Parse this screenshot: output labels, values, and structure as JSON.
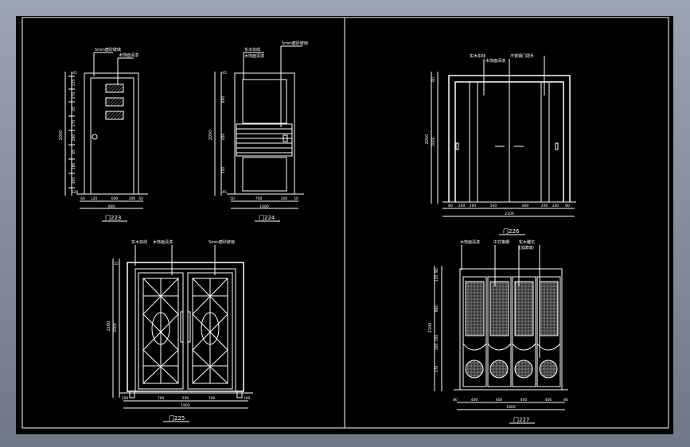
{
  "colors": {
    "background": "#000000",
    "line": "#ffffff",
    "frame": "#7b8595",
    "hatch": "#cfcfcf"
  },
  "drawings": {
    "d223": {
      "label": "门223",
      "notes": [
        "5mm磨砂玻璃",
        "木饰面清漆"
      ],
      "height_total": "2050",
      "height_dims": [
        "45",
        "225",
        "270",
        "45",
        "270",
        "280",
        "45",
        "280",
        "300",
        "120"
      ],
      "width_total": "900",
      "width_dims": [
        "60",
        "120",
        "600",
        "200",
        "60"
      ]
    },
    "d224": {
      "label": "门224",
      "notes": [
        "实木扣线",
        "木饰面清漆",
        "5mm磨砂玻璃"
      ],
      "height_total": "2050",
      "height_dims": [
        "45",
        "890",
        "450",
        "550",
        "45"
      ],
      "width_total": "1000",
      "width_dims": [
        "50",
        "700",
        "200",
        "50"
      ]
    },
    "d225": {
      "label": "门225",
      "notes": [
        "实木扣线",
        "木饰面清漆",
        "5mm磨砂玻璃"
      ],
      "height_total": "2200",
      "height_dims": [
        "55",
        "2000"
      ],
      "width_total": "1800",
      "width_dims": [
        "100",
        "700",
        "200",
        "700",
        "100"
      ]
    },
    "d226": {
      "label": "门226",
      "notes": [
        "实木扣线",
        "木饰面清漆",
        "不锈钢门把手"
      ],
      "height_total": "2050",
      "height_dims": [
        "80",
        "2000"
      ],
      "width_total": "2100",
      "width_dims": [
        "80",
        "200",
        "200",
        "540",
        "460",
        "200",
        "200",
        "80"
      ]
    },
    "d227": {
      "label": "门227",
      "notes": [
        "木饰面清漆",
        "中式格栅",
        "实木雕花",
        "(加玻璃)"
      ],
      "height_total": "2100",
      "height_dims": [
        "80",
        "120",
        "860",
        "100",
        "100",
        "370"
      ],
      "width_total": "1800",
      "width_dims": [
        "80",
        "400",
        "400",
        "400",
        "400",
        "80"
      ]
    }
  }
}
